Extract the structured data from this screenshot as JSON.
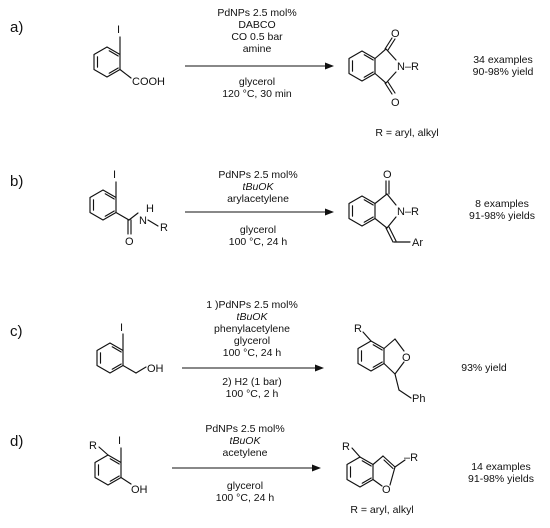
{
  "schemes": [
    {
      "label": "a)",
      "conditions_above": [
        "PdNPs 2.5 mol%",
        "DABCO",
        "CO 0.5 bar",
        "amine"
      ],
      "conditions_below": [
        "glycerol",
        "120 °C, 30 min"
      ],
      "result": [
        "34 examples",
        "90-98% yield"
      ],
      "note": "R = aryl, alkyl"
    },
    {
      "label": "b)",
      "conditions_above": [
        "PdNPs 2.5 mol%",
        "tBuOK",
        "arylacetylene"
      ],
      "conditions_below": [
        "glycerol",
        "100 °C, 24 h"
      ],
      "result": [
        "8 examples",
        "91-98% yields"
      ]
    },
    {
      "label": "c)",
      "conditions_above": [
        "1 )PdNPs 2.5 mol%",
        "tBuOK",
        "phenylacetylene",
        "glycerol",
        "100 °C, 24 h"
      ],
      "conditions_below": [
        "2) H2 (1 bar)",
        "100 °C, 2 h"
      ],
      "result": [
        "93% yield"
      ]
    },
    {
      "label": "d)",
      "conditions_above": [
        "PdNPs 2.5 mol%",
        "tBuOK",
        "acetylene"
      ],
      "conditions_below": [
        "glycerol",
        "100 °C, 24 h"
      ],
      "result": [
        "14 examples",
        "91-98% yields"
      ],
      "note": "R = aryl, alkyl"
    }
  ],
  "atoms": {
    "iodine": "I",
    "cooh": "COOH",
    "oxygen": "O",
    "nitrogen": "N",
    "r_group": "R",
    "hydrogen": "H",
    "amide_r": "R",
    "aryl": "Ar",
    "oh": "OH",
    "phenyl": "Ph",
    "dash_r": "–R",
    "n_dash_r": "N–R"
  }
}
